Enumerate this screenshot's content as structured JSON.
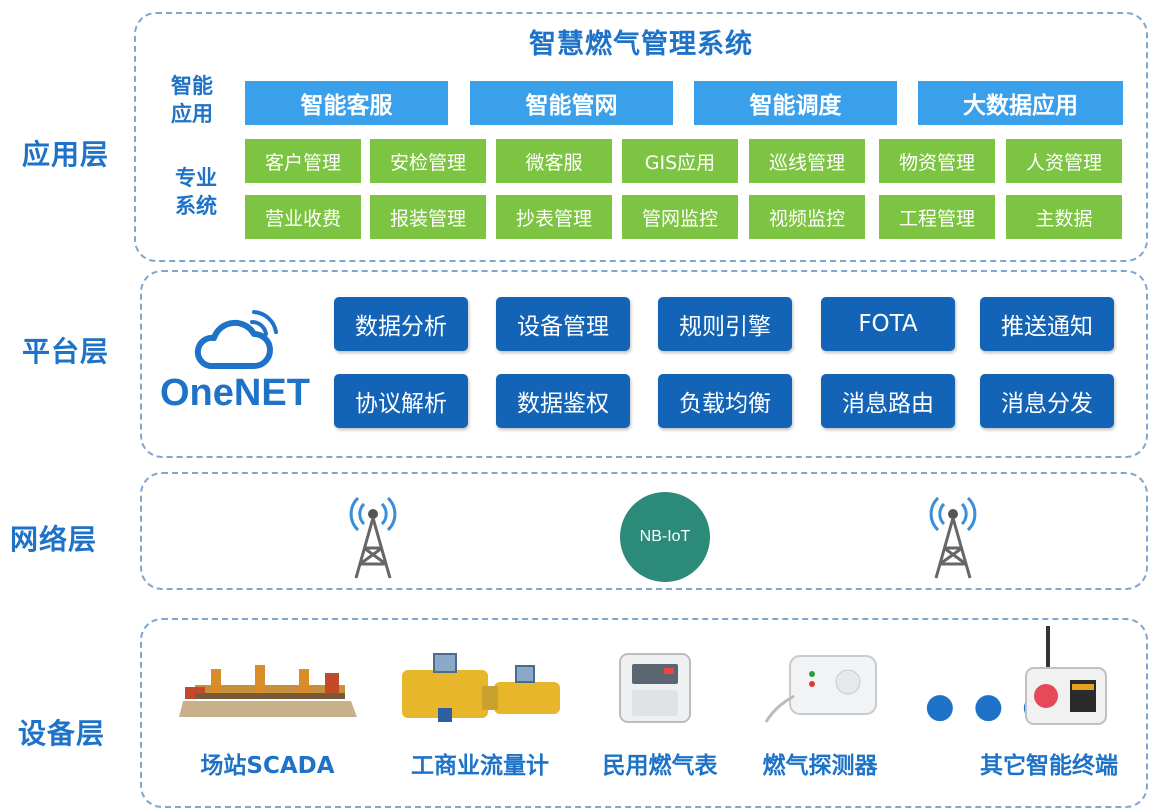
{
  "title": "智慧燃气管理系统",
  "layers": {
    "application": "应用层",
    "platform": "平台层",
    "network": "网络层",
    "device": "设备层"
  },
  "app": {
    "smart_label": "智能\n应用",
    "pro_label": "专业\n系统",
    "smart": [
      "智能客服",
      "智能管网",
      "智能调度",
      "大数据应用"
    ],
    "pro_row1": [
      "客户管理",
      "安检管理",
      "微客服",
      "GIS应用",
      "巡线管理",
      "物资管理",
      "人资管理"
    ],
    "pro_row2": [
      "营业收费",
      "报装管理",
      "抄表管理",
      "管网监控",
      "视频监控",
      "工程管理",
      "主数据"
    ]
  },
  "platform": {
    "brand": "OneNET",
    "row1": [
      "数据分析",
      "设备管理",
      "规则引擎",
      "FOTA",
      "推送通知"
    ],
    "row2": [
      "协议解析",
      "数据鉴权",
      "负载均衡",
      "消息路由",
      "消息分发"
    ]
  },
  "network": {
    "badge": "NB-IoT"
  },
  "devices": {
    "items": [
      "场站SCADA",
      "工商业流量计",
      "民用燃气表",
      "燃气探测器",
      "其它智能终端"
    ],
    "ellipsis": "● ● ●"
  },
  "colors": {
    "accent": "#1e73c8",
    "smart_box": "#3aa0ea",
    "pro_box": "#7dc443",
    "platform_box": "#1364b7",
    "nbiot": "#2c8a78",
    "frame": "#7ea6cf"
  }
}
